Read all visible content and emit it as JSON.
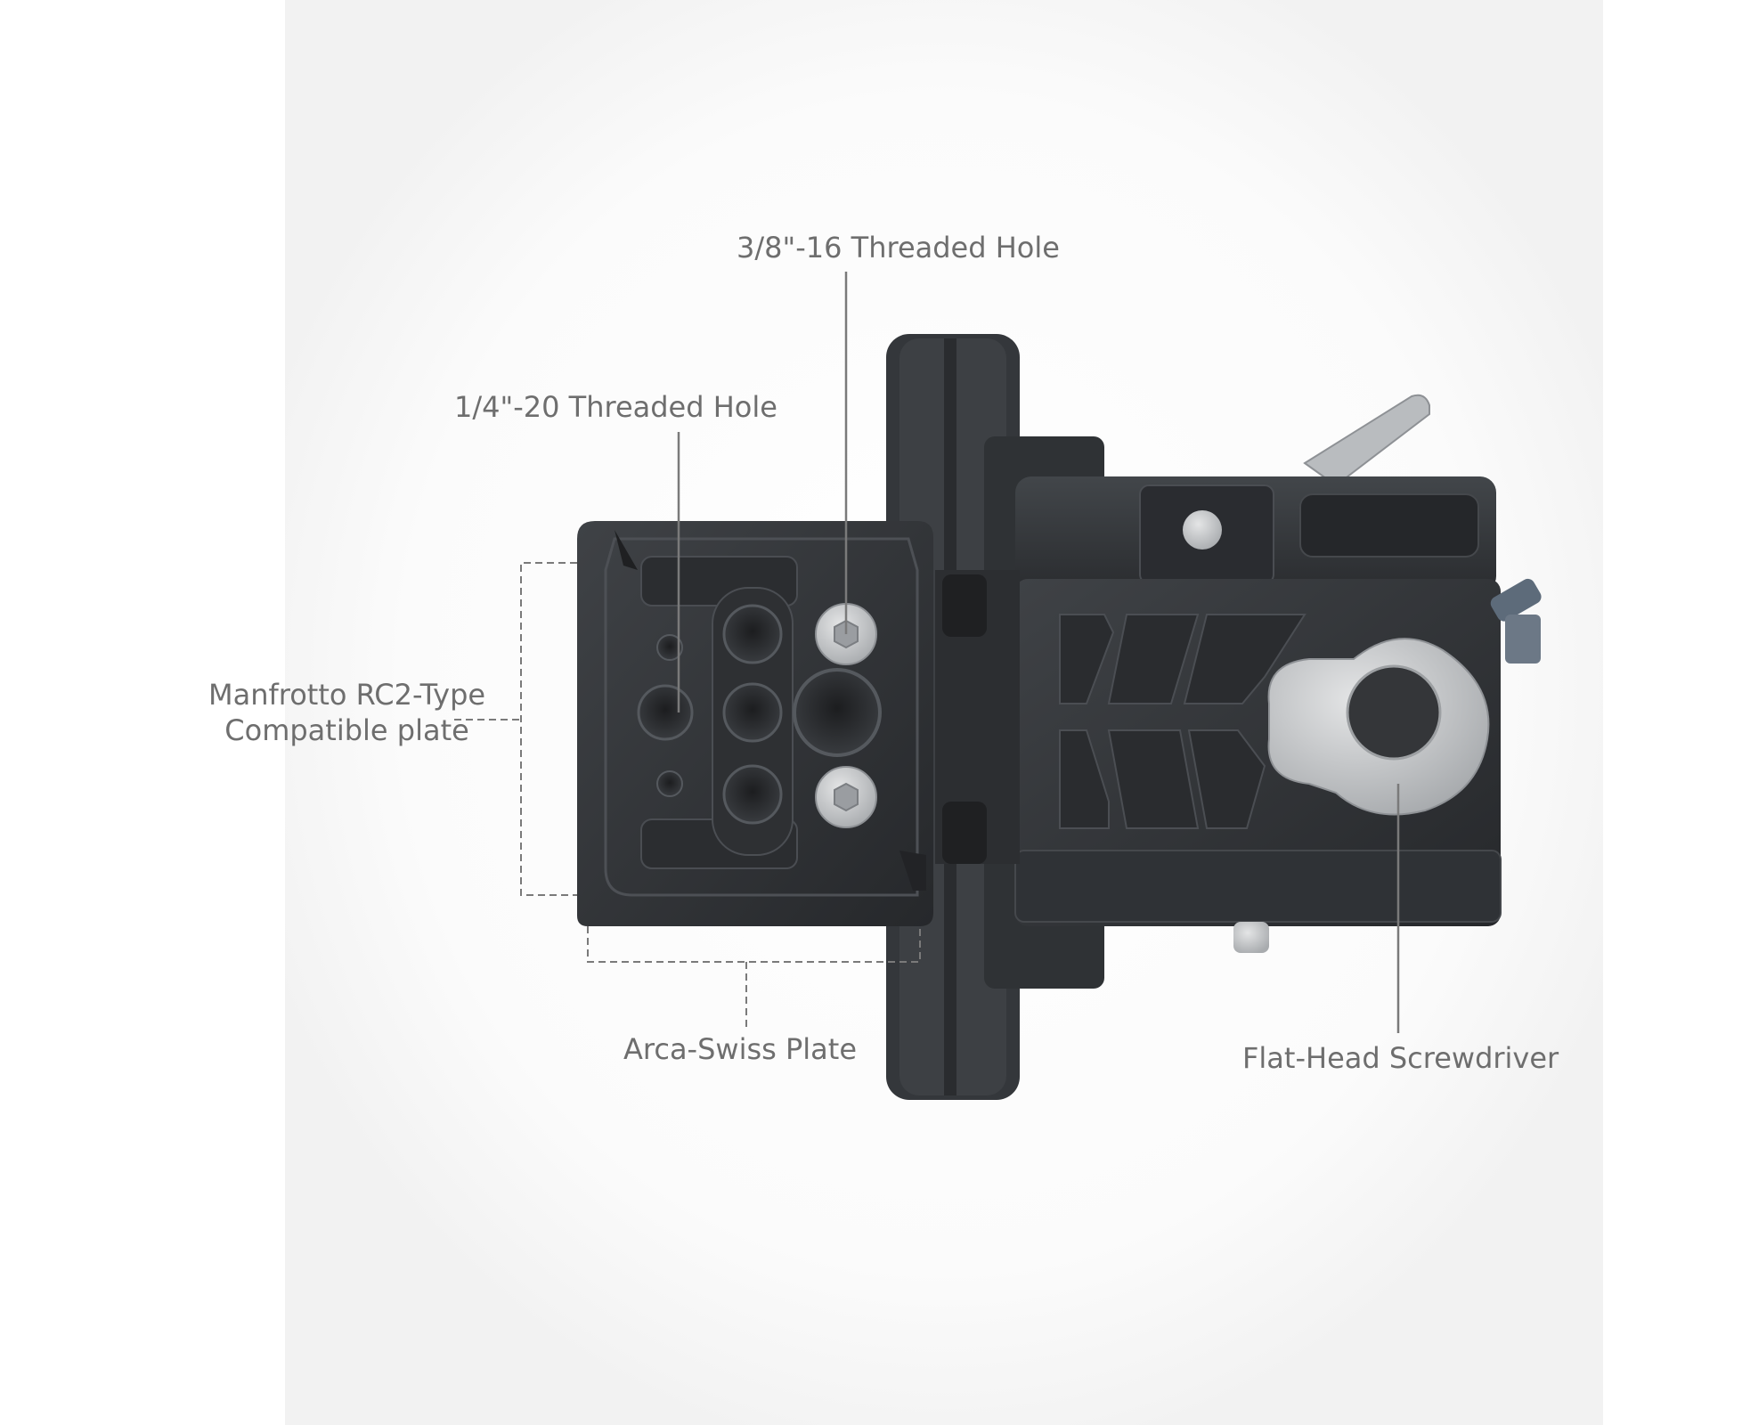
{
  "callouts": {
    "threaded_hole_3_8": "3/8\"-16 Threaded Hole",
    "threaded_hole_1_4": "1/4\"-20 Threaded Hole",
    "manfrotto_line1": "Manfrotto RC2-Type",
    "manfrotto_line2": "Compatible plate",
    "arca_swiss": "Arca-Swiss Plate",
    "screwdriver": "Flat-Head Screwdriver"
  },
  "colors": {
    "background": "#ffffff",
    "label_text": "#6e6e6e",
    "leader_line": "#7a7a7a",
    "metal_dark": "#2b2d30",
    "metal_mid": "#3a3d41",
    "metal_edge": "#55595e",
    "silver": "#c9cbcd",
    "blue_grey": "#5d6b7a"
  }
}
